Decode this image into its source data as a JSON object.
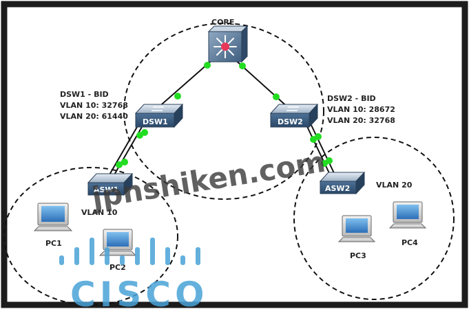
{
  "nodes": {
    "core": "CORE",
    "dsw1": "DSW1",
    "dsw2": "DSW2",
    "asw1": "ASW1",
    "asw2": "ASW2",
    "pc1": "PC1",
    "pc2": "PC2",
    "pc3": "PC3",
    "pc4": "PC4"
  },
  "dsw1_info": {
    "title": "DSW1 - BID",
    "vlan10": "VLAN 10: 32768",
    "vlan20": "VLAN 20: 61440"
  },
  "dsw2_info": {
    "title": "DSW2 - BID",
    "vlan10": "VLAN 10: 28672",
    "vlan20": "VLAN 20: 32768"
  },
  "zones": {
    "left": "VLAN 10",
    "right": "VLAN 20"
  },
  "watermark": {
    "text": "jpnshiken.com",
    "logo_text": "CISCO"
  },
  "colors": {
    "frame": "#1c1c1c",
    "link_dot": "#22dd22",
    "switch_body": "#3c5e84",
    "watermark_text": "#3a3a3a",
    "logo": "#4aa3d8"
  }
}
